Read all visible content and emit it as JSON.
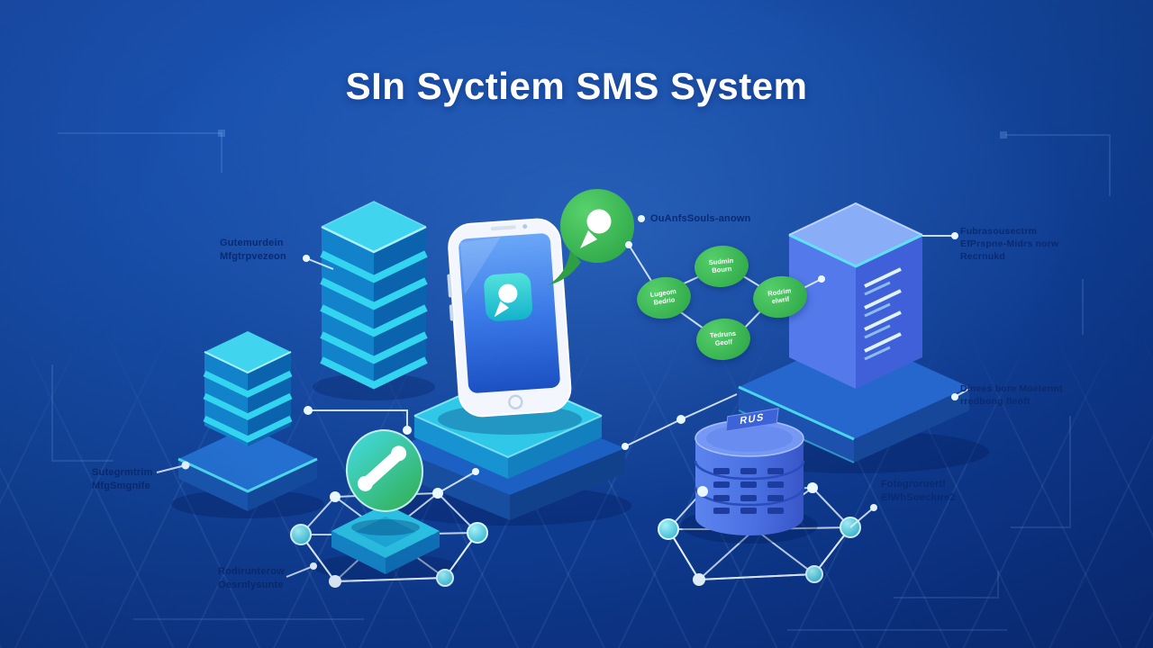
{
  "title": "SIn Syctiem SMS System",
  "labels": {
    "left_upper": [
      "Gutemurdein",
      "Mfgtrpvezeon"
    ],
    "left_lower": [
      "Sutegrmtrim",
      "MfgSmgnife"
    ],
    "bottom_left": [
      "Rodirunterow",
      "Oesrnlysunte"
    ],
    "bubble": [
      "OuAnfsSouls-anown"
    ],
    "right_upper": [
      "Fubrasousectrm",
      "EfPrspne-Midrs norw",
      "Recrnukd"
    ],
    "right_mid": [
      "Dinees bore Moetennt",
      "rredbong fleoft"
    ],
    "right_lower": [
      "Fotegroruertl",
      "ElWhSoeclure2"
    ]
  },
  "message_nodes": [
    {
      "lines": [
        "Lugeom",
        "Bedrio"
      ]
    },
    {
      "lines": [
        "Sudmin",
        "Bourn"
      ]
    },
    {
      "lines": [
        "Tedruns",
        "Geolf"
      ]
    },
    {
      "lines": [
        "Rodrim",
        "elwrif"
      ]
    }
  ],
  "database": {
    "label": "RUS"
  },
  "colors": {
    "background": "#11409e",
    "accent_teal": "#2fc8e9",
    "accent_green": "#3fbe55",
    "server_blue": "#5379ea",
    "label_text": "#0a2a70",
    "connector_line": "#e6f5ff",
    "title_text": "#ffffff"
  }
}
